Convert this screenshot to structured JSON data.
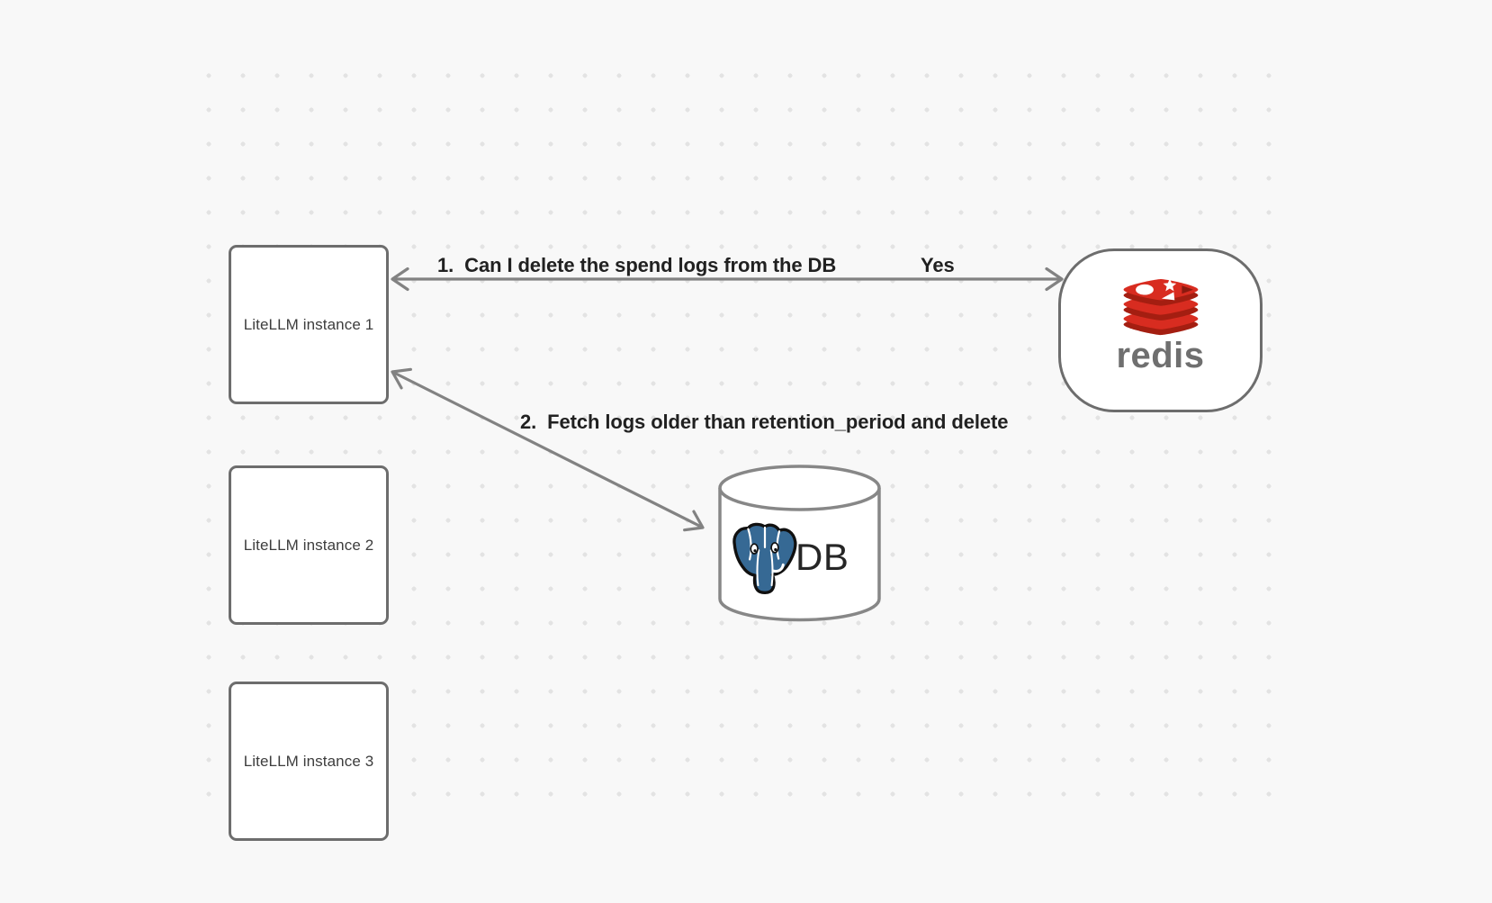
{
  "diagram": {
    "instances": [
      {
        "label": "LiteLLM instance 1"
      },
      {
        "label": "LiteLLM instance 2"
      },
      {
        "label": "LiteLLM instance 3"
      }
    ],
    "redis": {
      "wordmark": "redis"
    },
    "db": {
      "label": "DB"
    },
    "edges": {
      "edge1": {
        "label": "1.  Can I delete the spend logs from the DB",
        "response": "Yes",
        "endpoints": "LiteLLM instance 1 ↔ redis",
        "style": "double-headed-arrow"
      },
      "edge2": {
        "label": "2.  Fetch logs older than retention_period and delete",
        "endpoints": "LiteLLM instance 1 ↔ DB",
        "style": "double-headed-arrow"
      }
    },
    "colors": {
      "background": "#f8f8f8",
      "dot_grid": "#e3e3e3",
      "node_border": "#6d6d6d",
      "cylinder_border": "#878787",
      "arrow": "#828282",
      "edge_label_text": "#212121",
      "instance_label_text": "#3d3d3d",
      "redis_red": "#d82c20",
      "redis_dark_red": "#a41e11",
      "redis_wordmark": "#6f6f6f",
      "postgres_blue": "#366994",
      "db_text": "#262626"
    }
  }
}
